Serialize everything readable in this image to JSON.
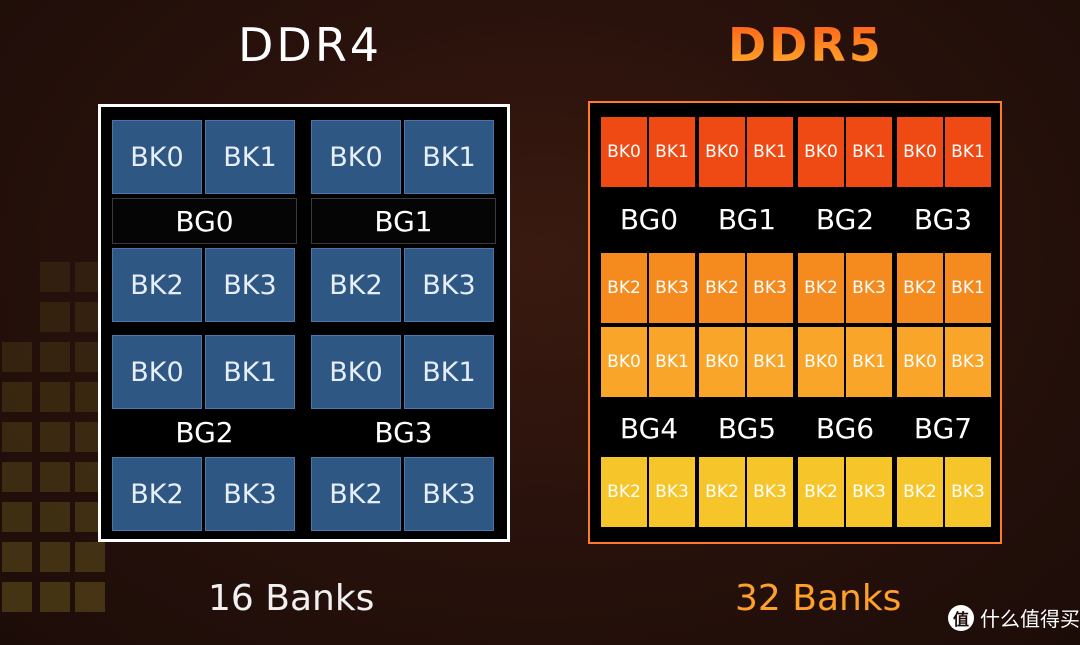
{
  "ddr4": {
    "title": "DDR4",
    "caption": "16 Banks",
    "groups": [
      {
        "label": "BG0",
        "top_banks": [
          "BK0",
          "BK1"
        ],
        "bottom_banks": [
          "BK2",
          "BK3"
        ]
      },
      {
        "label": "BG1",
        "top_banks": [
          "BK0",
          "BK1"
        ],
        "bottom_banks": [
          "BK2",
          "BK3"
        ]
      },
      {
        "label": "BG2",
        "top_banks": [
          "BK0",
          "BK1"
        ],
        "bottom_banks": [
          "BK2",
          "BK3"
        ]
      },
      {
        "label": "BG3",
        "top_banks": [
          "BK0",
          "BK1"
        ],
        "bottom_banks": [
          "BK2",
          "BK3"
        ]
      }
    ]
  },
  "ddr5": {
    "title": "DDR5",
    "caption": "32 Banks",
    "rows": [
      [
        "BK0",
        "BK1",
        "BK0",
        "BK1",
        "BK0",
        "BK1",
        "BK0",
        "BK1"
      ],
      [
        "BK2",
        "BK3",
        "BK2",
        "BK3",
        "BK2",
        "BK3",
        "BK2",
        "BK1"
      ],
      [
        "BK0",
        "BK1",
        "BK0",
        "BK1",
        "BK0",
        "BK1",
        "BK0",
        "BK3"
      ],
      [
        "BK2",
        "BK3",
        "BK2",
        "BK3",
        "BK2",
        "BK3",
        "BK2",
        "BK3"
      ]
    ],
    "group_labels_top": [
      "BG0",
      "BG1",
      "BG2",
      "BG3"
    ],
    "group_labels_bottom": [
      "BG4",
      "BG5",
      "BG6",
      "BG7"
    ]
  },
  "colors": {
    "ddr4_bank": "#2f5783",
    "ddr5_row_0": "#f04a14",
    "ddr5_row_1": "#f58a1e",
    "ddr5_row_2": "#f8a52a",
    "ddr5_row_3": "#f5c52a",
    "ddr4_caption": "#f0f0f0",
    "ddr5_caption": "#ffa02a"
  },
  "watermark": {
    "logo_char": "值",
    "text": "什么值得买"
  }
}
